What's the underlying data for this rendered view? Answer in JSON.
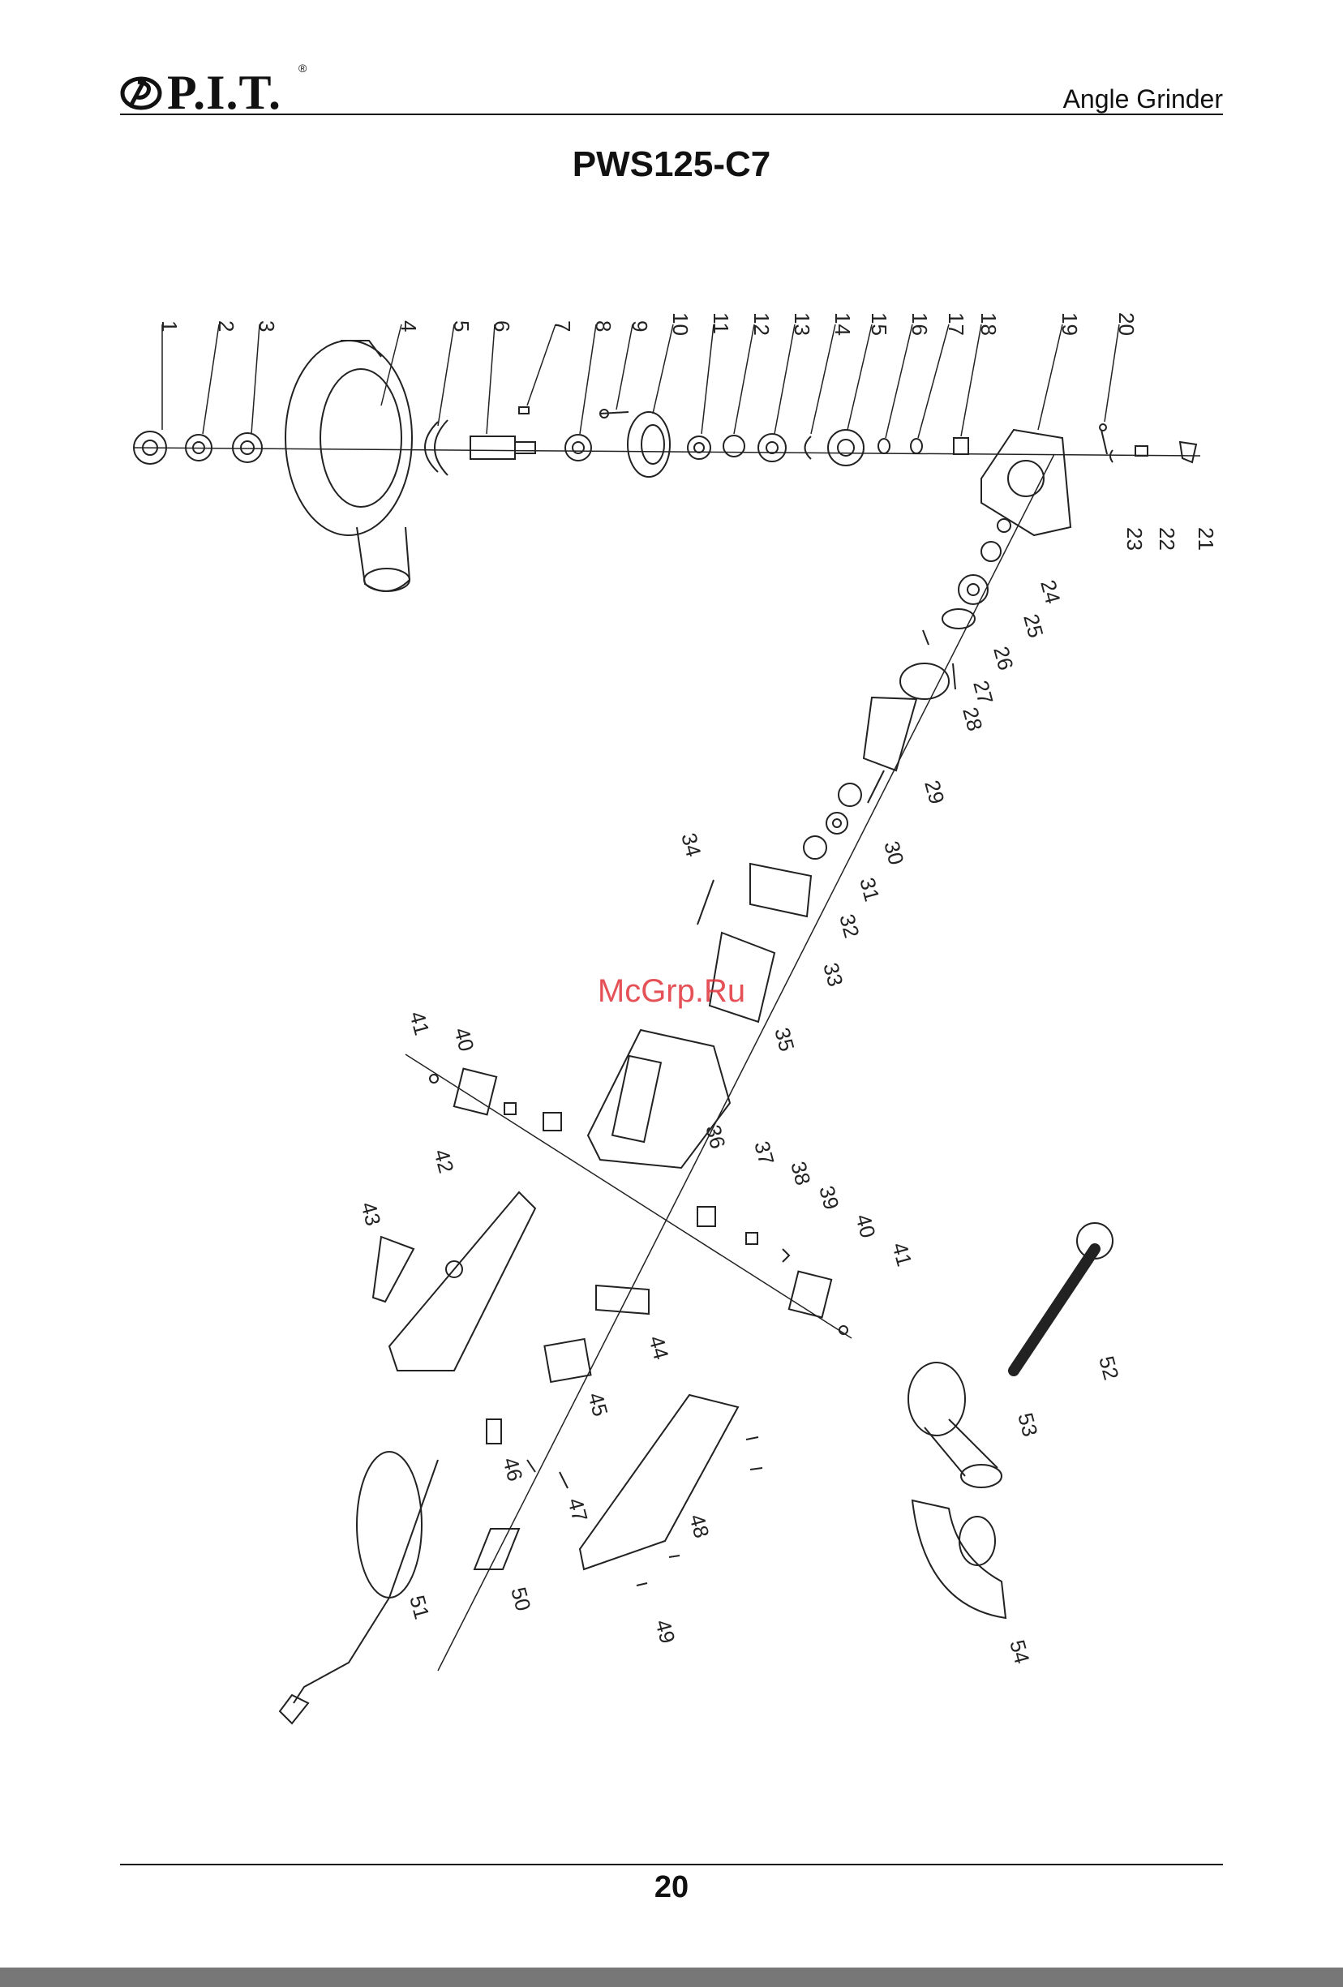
{
  "header": {
    "brand": "P.I.T.",
    "brand_mark": "®",
    "section": "Angle Grinder"
  },
  "model": "PWS125-C7",
  "watermark": "McGrp.Ru",
  "page_number": "20",
  "diagram": {
    "part_labels": [
      "1",
      "2",
      "3",
      "4",
      "5",
      "6",
      "7",
      "8",
      "9",
      "10",
      "11",
      "12",
      "13",
      "14",
      "15",
      "16",
      "17",
      "18",
      "19",
      "20",
      "21",
      "22",
      "23",
      "24",
      "25",
      "26",
      "27",
      "28",
      "29",
      "30",
      "31",
      "32",
      "33",
      "34",
      "35",
      "36",
      "37",
      "38",
      "39",
      "40",
      "41",
      "40",
      "41",
      "42",
      "43",
      "44",
      "45",
      "46",
      "47",
      "48",
      "49",
      "50",
      "51",
      "52",
      "53",
      "54"
    ]
  },
  "colors": {
    "line": "#222222",
    "watermark": "#e0353a",
    "rule": "#111111"
  }
}
